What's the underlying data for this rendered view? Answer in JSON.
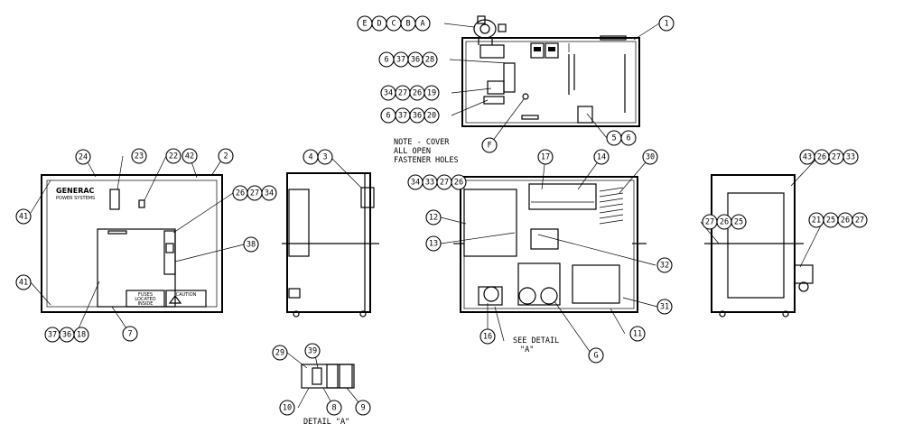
{
  "notes": {
    "cover": [
      "NOTE - COVER",
      "ALL OPEN",
      "FASTENER HOLES"
    ],
    "see_detail": [
      "SEE DETAIL",
      "\"A\""
    ],
    "detail_title": "DETAIL \"A\""
  },
  "panel_text": {
    "logo": "GENERAC",
    "logo_sub": "POWER SYSTEMS",
    "fuses_label": [
      "FUSES",
      "LOCATED",
      "INSIDE"
    ],
    "caution_label": "CAUTION"
  },
  "callouts": {
    "top_view": [
      [
        "E",
        "D",
        "C",
        "B",
        "A"
      ],
      [
        "1"
      ],
      [
        "6",
        "37",
        "36",
        "28"
      ],
      [
        "34",
        "27",
        "26",
        "19"
      ],
      [
        "6",
        "37",
        "36",
        "20"
      ],
      [
        "F"
      ],
      [
        "5",
        "6"
      ]
    ],
    "front_view": [
      [
        "24"
      ],
      [
        "23"
      ],
      [
        "22"
      ],
      [
        "42"
      ],
      [
        "2"
      ],
      [
        "41"
      ],
      [
        "26",
        "27",
        "34"
      ],
      [
        "38"
      ],
      [
        "41"
      ],
      [
        "37",
        "36",
        "18"
      ],
      [
        "7"
      ]
    ],
    "side_view_left": [
      [
        "4",
        "3"
      ]
    ],
    "inside_view": [
      [
        "34",
        "33",
        "27",
        "26"
      ],
      [
        "17"
      ],
      [
        "14"
      ],
      [
        "30"
      ],
      [
        "12"
      ],
      [
        "13"
      ],
      [
        "32"
      ],
      [
        "31"
      ],
      [
        "11"
      ],
      [
        "16"
      ],
      [
        "G"
      ]
    ],
    "side_view_right": [
      [
        "43",
        "26",
        "27",
        "33"
      ],
      [
        "27",
        "26",
        "25"
      ],
      [
        "21",
        "25",
        "26",
        "27"
      ]
    ],
    "detail_a": [
      [
        "29"
      ],
      [
        "39"
      ],
      [
        "10"
      ],
      [
        "8"
      ],
      [
        "9"
      ]
    ]
  }
}
